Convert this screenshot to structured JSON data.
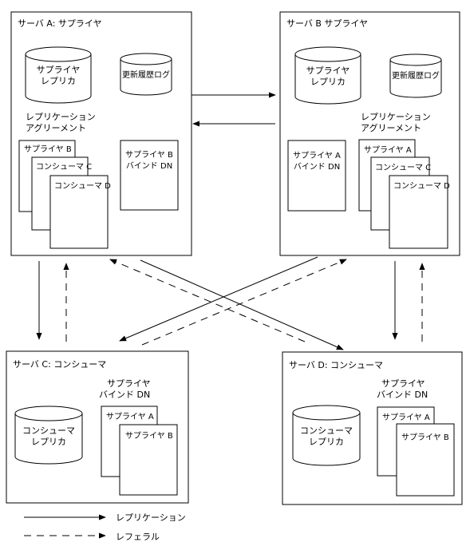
{
  "servers": {
    "a": {
      "title": "サーバ A: サプライヤ",
      "replica_line1": "サプライヤ",
      "replica_line2": "レプリカ",
      "changelog": "更新履歴ログ",
      "agreement_line1": "レプリケーション",
      "agreement_line2": "アグリーメント",
      "agreement_docs": [
        "サプライヤ B",
        "コンシューマ C",
        "コンシューマ D"
      ],
      "bind_line1": "サプライヤ B",
      "bind_line2": "バインド DN"
    },
    "b": {
      "title": "サーバ B サプライヤ",
      "replica_line1": "サプライヤ",
      "replica_line2": "レプリカ",
      "changelog": "更新履歴ログ",
      "agreement_line1": "レプリケーション",
      "agreement_line2": "アグリーメント",
      "agreement_docs": [
        "サプライヤ A",
        "コンシューマ C",
        "コンシューマ D"
      ],
      "bind_line1": "サプライヤ A",
      "bind_line2": "バインド DN"
    },
    "c": {
      "title": "サーバ C: コンシューマ",
      "replica_line1": "コンシューマ",
      "replica_line2": "レプリカ",
      "bind_line1": "サプライヤ",
      "bind_line2": "バインド DN",
      "bind_docs": [
        "サプライヤ A",
        "サプライヤ B"
      ]
    },
    "d": {
      "title": "サーバ D: コンシューマ",
      "replica_line1": "コンシューマ",
      "replica_line2": "レプリカ",
      "bind_line1": "サプライヤ",
      "bind_line2": "バインド DN",
      "bind_docs": [
        "サプライヤ A",
        "サプライヤ B"
      ]
    }
  },
  "legend": {
    "replication": "レプリケーション",
    "referral": "レフェラル"
  }
}
